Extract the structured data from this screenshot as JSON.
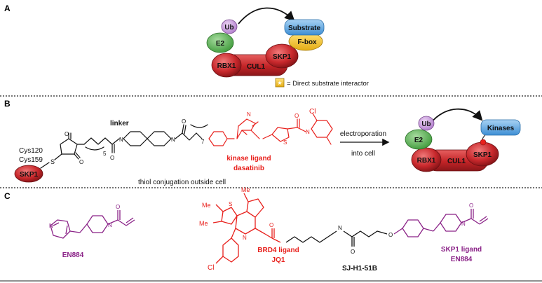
{
  "panels": {
    "a": "A",
    "b": "B",
    "c": "C"
  },
  "complex_a": {
    "ub": "Ub",
    "e2": "E2",
    "rbx1": "RBX1",
    "cul1": "CUL1",
    "skp1": "SKP1",
    "fbox": "F-box",
    "substrate": "Substrate"
  },
  "legend": {
    "text": "= Direct substrate interactor"
  },
  "panel_b": {
    "cys120": "Cys120",
    "cys159": "Cys159",
    "skp1": "SKP1",
    "linker": "linker",
    "sub5": "5",
    "sub7": "7",
    "kinase_ligand": "kinase ligand",
    "dasatinib": "dasatinib",
    "thiol": "thiol conjugation outside cell",
    "electroporation": "electroporation",
    "into_cell": "into cell",
    "ub": "Ub",
    "e2": "E2",
    "rbx1": "RBX1",
    "cul1": "CUL1",
    "skp1_b": "SKP1",
    "kinases": "Kinases",
    "cl": "Cl"
  },
  "panel_c": {
    "en884": "EN884",
    "me1": "Me",
    "me2": "Me",
    "me3": "Me",
    "brd4_ligand": "BRD4 ligand",
    "jq1": "JQ1",
    "sj": "SJ-H1-51B",
    "skp1_ligand": "SKP1 ligand",
    "en884_b": "EN884",
    "cl": "Cl"
  },
  "colors": {
    "red": "#e8201c",
    "purple": "#8a2287",
    "skp1_red": "#c8282c",
    "substrate_blue": "#4f9fdc",
    "fbox_yellow": "#f2c230",
    "e2_green": "#4da848",
    "ub_violet": "#c28fd6"
  }
}
